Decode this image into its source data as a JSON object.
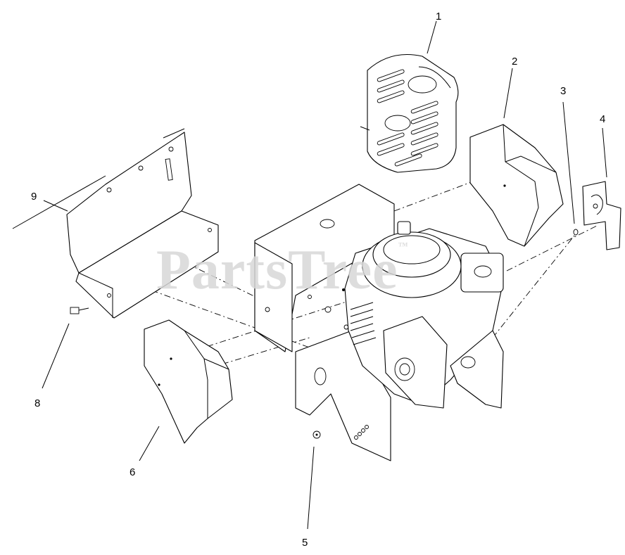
{
  "watermark": {
    "text": "PartsTree",
    "tm": "™"
  },
  "callouts": [
    {
      "id": "1",
      "text": "1"
    },
    {
      "id": "2",
      "text": "2"
    },
    {
      "id": "3",
      "text": "3"
    },
    {
      "id": "4",
      "text": "4"
    },
    {
      "id": "5",
      "text": "5"
    },
    {
      "id": "6",
      "text": "6"
    },
    {
      "id": "8",
      "text": "8"
    },
    {
      "id": "9",
      "text": "9"
    }
  ]
}
